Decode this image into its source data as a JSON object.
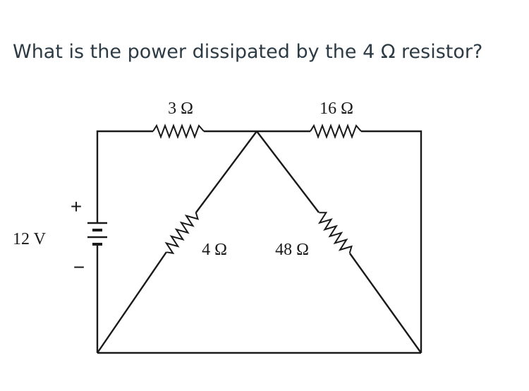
{
  "question": {
    "text": "What is the power dissipated by the 4 Ω resistor?"
  },
  "circuit": {
    "source": {
      "label": "12 V",
      "plus": "+",
      "minus": "−"
    },
    "resistors": {
      "r_top_left": "3 Ω",
      "r_top_right": "16 Ω",
      "r_left_diag": "4 Ω",
      "r_right_diag": "48 Ω"
    }
  },
  "colors": {
    "question_text": "#2d3b45",
    "wire": "#1a1a1a"
  }
}
